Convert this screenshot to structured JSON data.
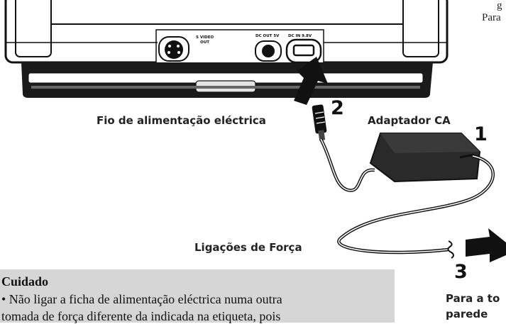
{
  "top_right": {
    "line1": "g",
    "line2": "Para"
  },
  "device": {
    "port_svideo": "S VIDEO\nOUT",
    "port_dc_out": "DC OUT 5V",
    "port_dc_in": "DC IN 9.8V"
  },
  "labels": {
    "power_cord": "Fio de alimentação eléctrica",
    "adapter": "Adaptador CA",
    "power_connections": "Ligações de Força",
    "outlet_line1": "Para a to",
    "outlet_line2": "parede"
  },
  "steps": {
    "one": "1",
    "two": "2",
    "three": "3"
  },
  "caution": {
    "title": "Cuidado",
    "line1": "• Não ligar a ficha de alimentação eléctrica numa outra",
    "line2": "tomada de força diferente da indicada na etiqueta, pois"
  }
}
